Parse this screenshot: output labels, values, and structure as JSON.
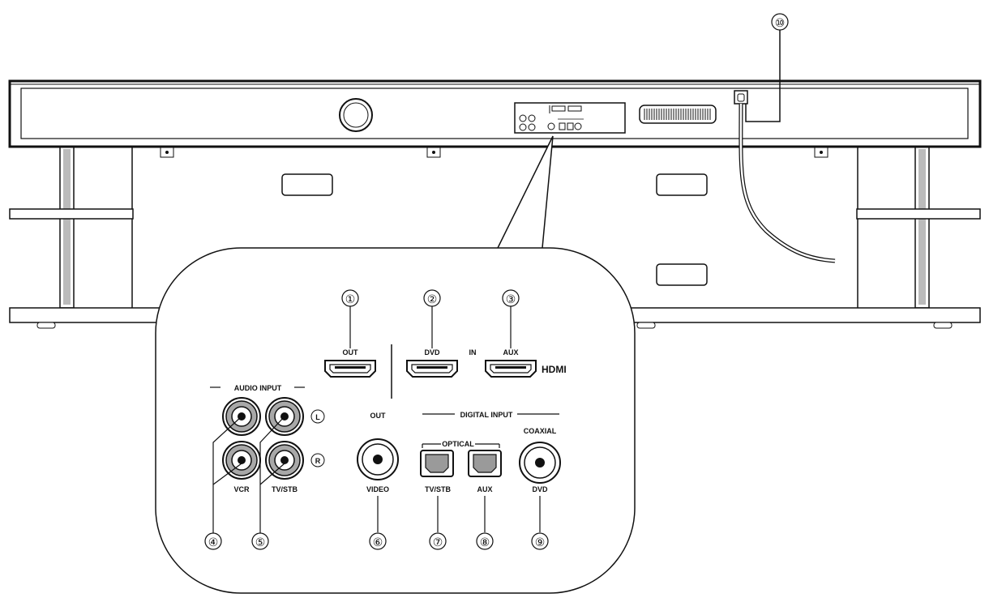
{
  "callouts": {
    "c1": "①",
    "c2": "②",
    "c3": "③",
    "c4": "④",
    "c5": "⑤",
    "c6": "⑥",
    "c7": "⑦",
    "c8": "⑧",
    "c9": "⑨",
    "c10": "⑩"
  },
  "labels": {
    "hdmi_out": "OUT",
    "hdmi_dvd": "DVD",
    "hdmi_in": "IN",
    "hdmi_aux": "AUX",
    "hdmi": "HDMI",
    "audio_input": "AUDIO INPUT",
    "ch_l": "L",
    "ch_r": "R",
    "vcr": "VCR",
    "tv_stb_audio": "TV/STB",
    "video_out": "OUT",
    "video": "VIDEO",
    "digital_input": "DIGITAL INPUT",
    "optical": "OPTICAL",
    "coaxial": "COAXIAL",
    "tv_stb_optical": "TV/STB",
    "aux_optical": "AUX",
    "dvd_coaxial": "DVD"
  }
}
